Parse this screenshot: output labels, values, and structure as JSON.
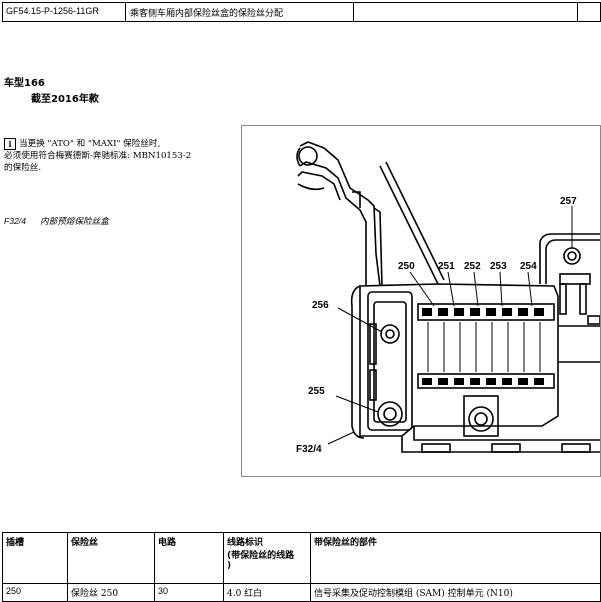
{
  "header": {
    "doc_id": "GF54.15-P-1256-11GR",
    "title": "乘客侧车厢内部保险丝盒的保险丝分配"
  },
  "model": "车型166",
  "year": "截至2016年款",
  "note": {
    "icon": "i",
    "line1": "当更换 \"ATO\" 和 \"MAXI\" 保险丝时,",
    "line2": "必须使用符合梅赛德斯-奔驰标准: MBN10153-2",
    "line3": "的保险丝."
  },
  "figure": {
    "code": "F32/4",
    "caption": "内部预熔保险丝盒",
    "labels": {
      "l250": "250",
      "l251": "251",
      "l252": "252",
      "l253": "253",
      "l254": "254",
      "l255": "255",
      "l256": "256",
      "l257": "257",
      "lf324": "F32/4"
    }
  },
  "table": {
    "headers": {
      "slot": "插槽",
      "fuse": "保险丝",
      "circuit": "电路",
      "wire": "线路标识\n(带保险丝的线路\n)",
      "component": "带保险丝的部件"
    },
    "rows": [
      {
        "slot": "250",
        "fuse": "保险丝 250",
        "circuit": "30",
        "wire": "4.0 红白",
        "component": "信号采集及促动控制模组 (SAM) 控制单元 (N10)"
      }
    ]
  }
}
